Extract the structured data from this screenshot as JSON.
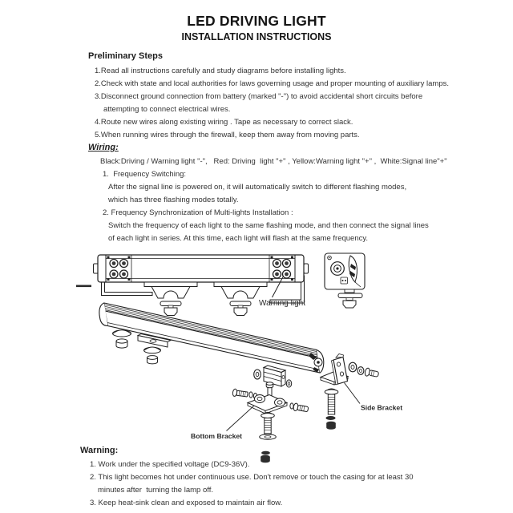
{
  "header": {
    "title": "LED DRIVING LIGHT",
    "subtitle": "INSTALLATION INSTRUCTIONS"
  },
  "preliminary": {
    "heading": "Preliminary Steps",
    "lines": [
      "1.Read all instructions carefully and study diagrams before installing lights.",
      "2.Check with state and local authorities for laws governing usage and proper mounting of auxiliary lamps.",
      "3.Disconnect ground connection from battery (marked \"-\") to avoid accidental short circuits before",
      "attempting to connect electrical wires.",
      "4.Route new wires along existing wiring . Tape as necessary to correct slack.",
      "5.When running wires through the firewall, keep them away from moving parts."
    ]
  },
  "wiring": {
    "heading": "Wiring:",
    "colors_line": "Black:Driving / Warning light \"-\",   Red: Driving  light \"+\" , Yellow:Warning light \"+\" ,  White:Signal line\"+\"",
    "item1_title": "1.  Frequency Switching:",
    "item1_line1": "After the signal line is powered on, it will automatically switch to different flashing modes,",
    "item1_line2": "which has three flashing modes totally.",
    "item2_title": "2. Frequency Synchronization of Multi-lights Installation :",
    "item2_line1": "Switch the frequency of each light to the same flashing mode, and then connect the signal lines",
    "item2_line2": "of each light in series. At this time, each light will flash at the same frequency."
  },
  "diagram": {
    "warning_light_label": "Warning light",
    "bottom_bracket_label": "Bottom Bracket",
    "side_bracket_label": "Side Bracket"
  },
  "warning": {
    "heading": "Warning:",
    "lines": [
      "1. Work under the specified voltage (DC9-36V).",
      "2. This light becomes hot under continuous use. Don't remove or touch the casing for at least 30",
      "minutes after  turning the lamp off.",
      "3. Keep heat-sink clean and exposed to maintain air flow."
    ]
  },
  "colors": {
    "ink": "#1f1f1f",
    "text": "#2b2b2b"
  }
}
